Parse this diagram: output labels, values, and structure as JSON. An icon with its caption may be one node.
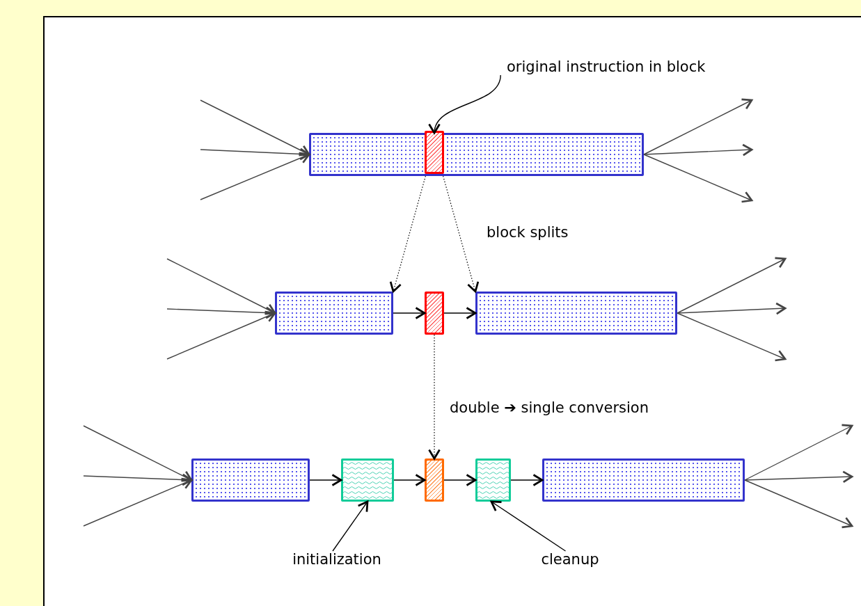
{
  "diagram": {
    "nodes": [
      {
        "text": [],
        "shape": "box"
      },
      {
        "text": [],
        "shape": "box",
        "in": 0
      },
      {
        "text": [],
        "shape": "box"
      },
      {
        "text": [],
        "shape": "box"
      },
      {
        "text": [],
        "shape": "box"
      },
      {
        "text": [],
        "shape": "box"
      },
      {
        "text": [],
        "shape": "box"
      },
      {
        "text": [],
        "shape": "box"
      },
      {
        "text": [],
        "shape": "box"
      },
      {
        "text": [],
        "shape": "box"
      },
      {
        "text": [
          "original instruction in block"
        ]
      },
      {
        "text": [
          "initialization"
        ]
      },
      {
        "text": [
          "cleanup"
        ]
      }
    ],
    "edges": [
      {
        "from": null,
        "to": 0,
        "arrow": "to"
      },
      {
        "from": null,
        "to": 0,
        "arrow": "to"
      },
      {
        "from": null,
        "to": 0,
        "arrow": "to"
      },
      {
        "from": 0,
        "to": null,
        "arrow": "to"
      },
      {
        "from": 0,
        "to": null,
        "arrow": "to"
      },
      {
        "from": 0,
        "to": null,
        "arrow": "to"
      },
      {
        "from": null,
        "to": 2,
        "arrow": "to"
      },
      {
        "from": null,
        "to": 2,
        "arrow": "to"
      },
      {
        "from": null,
        "to": 2,
        "arrow": "to"
      },
      {
        "from": 4,
        "to": null,
        "arrow": "to"
      },
      {
        "from": 4,
        "to": null,
        "arrow": "to"
      },
      {
        "from": 4,
        "to": null,
        "arrow": "to"
      },
      {
        "from": null,
        "to": 5,
        "arrow": "to"
      },
      {
        "from": null,
        "to": 5,
        "arrow": "to"
      },
      {
        "from": null,
        "to": 5,
        "arrow": "to"
      },
      {
        "from": 9,
        "to": null,
        "arrow": "to"
      },
      {
        "from": 9,
        "to": null,
        "arrow": "to"
      },
      {
        "from": 9,
        "to": null,
        "arrow": "to"
      },
      {
        "from": 2,
        "to": 3,
        "arrow": "to",
        "color": "#000000"
      },
      {
        "from": 3,
        "to": 4,
        "arrow": "to",
        "color": "#000000"
      },
      {
        "from": 5,
        "to": 6,
        "arrow": "to",
        "color": "#000000"
      },
      {
        "from": 6,
        "to": 7,
        "arrow": "to",
        "color": "#000000"
      },
      {
        "from": 7,
        "to": 8,
        "arrow": "to",
        "color": "#000000"
      },
      {
        "from": 8,
        "to": 9,
        "arrow": "to",
        "color": "#000000"
      },
      {
        "from": 1,
        "to": 2,
        "arrow": "to",
        "style": "dashed",
        "color": "#000000"
      },
      {
        "from": 1,
        "to": 4,
        "arrow": "to",
        "style": "dashed",
        "color": "#000000"
      },
      {
        "from": 3,
        "to": 7,
        "arrow": "to",
        "style": "dashed",
        "color": "#000000"
      },
      {
        "from": 10,
        "to": 1,
        "arrow": "to",
        "color": "#000000"
      },
      {
        "from": 11,
        "to": 6,
        "arrow": "to",
        "color": "#000000"
      },
      {
        "from": 12,
        "to": 8,
        "arrow": "to",
        "color": "#000000"
      }
    ],
    "labels": [
      "block splits",
      "double ➔ single conversion"
    ]
  }
}
